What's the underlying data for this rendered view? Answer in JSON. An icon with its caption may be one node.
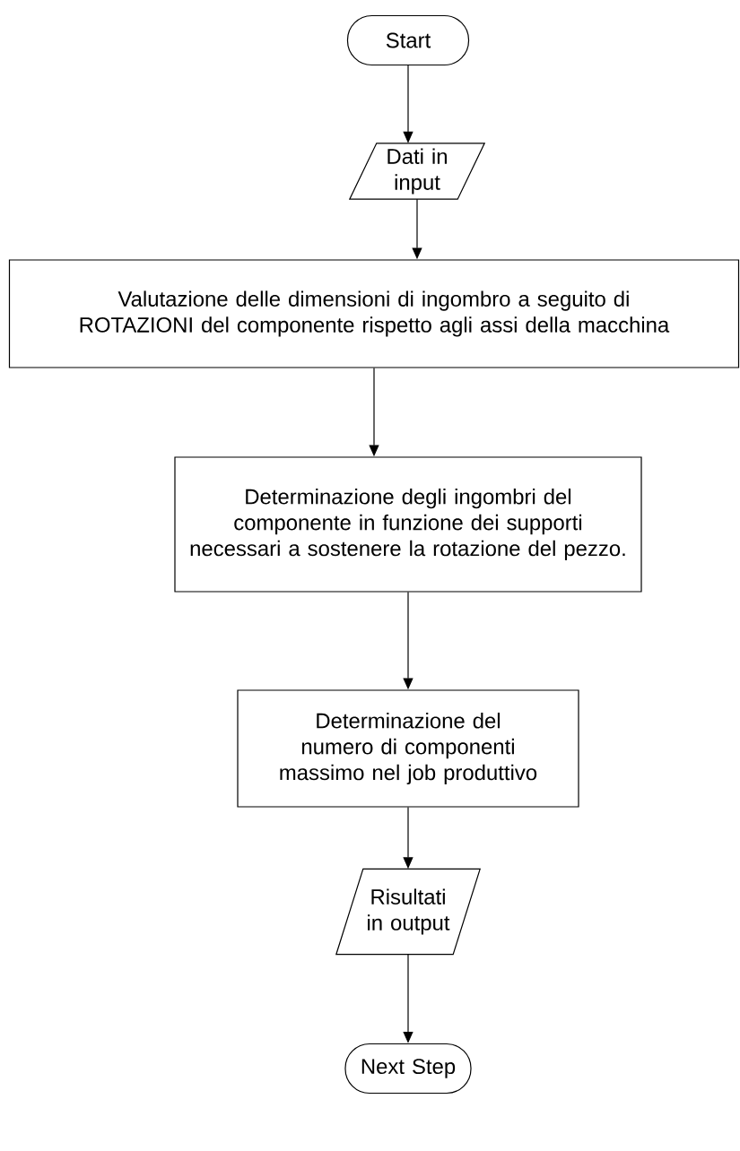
{
  "diagram": {
    "nodes": [
      {
        "text": [
          "Start"
        ]
      },
      {
        "text": [
          "Dati in input"
        ]
      },
      {
        "text": [
          "Valutazione delle dimensioni di ingombro a seguito di ROTAZIONI del componente rispetto agli assi della macchina"
        ]
      },
      {
        "text": [
          "Determinazione degli ingombri del componente in funzione dei supporti necessari a sostenere la rotazione del pezzo."
        ]
      },
      {
        "text": [
          "Determinazione del numero di componenti massimo nel job produttivo"
        ]
      },
      {
        "text": [
          "Risultati in output"
        ]
      },
      {
        "text": [
          "Next Step"
        ]
      }
    ],
    "edges": [
      {
        "from": 0,
        "to": 1,
        "arrow": "to"
      },
      {
        "from": 1,
        "to": 2,
        "arrow": "to"
      },
      {
        "from": 2,
        "to": 3,
        "arrow": "to"
      },
      {
        "from": 3,
        "to": 4,
        "arrow": "to"
      },
      {
        "from": 4,
        "to": 5,
        "arrow": "to"
      },
      {
        "from": 5,
        "to": 6,
        "arrow": "to"
      }
    ]
  }
}
